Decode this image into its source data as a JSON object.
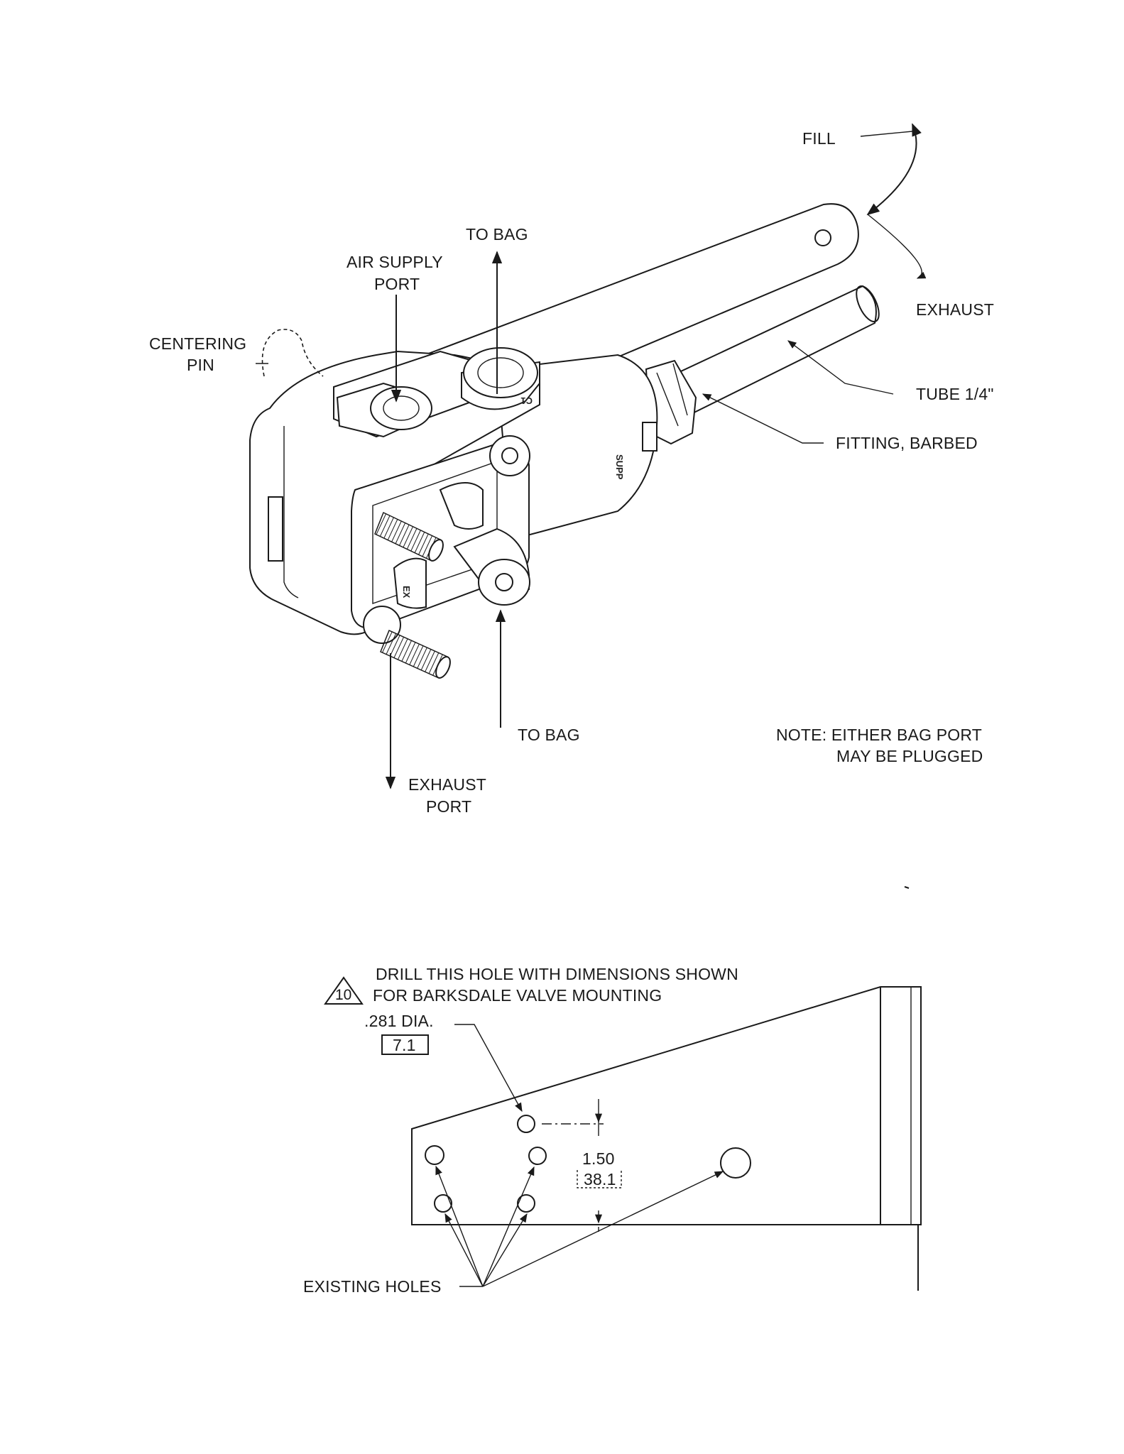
{
  "valve_figure": {
    "labels": {
      "fill": "FILL",
      "exhaust": "EXHAUST",
      "to_bag_top": "TO BAG",
      "air_supply_line1": "AIR SUPPLY",
      "air_supply_line2": "PORT",
      "centering_line1": "CENTERING",
      "centering_line2": "PIN",
      "tube": "TUBE 1/4\"",
      "fitting": "FITTING, BARBED",
      "to_bag_bottom": "TO BAG",
      "exhaust_port_line1": "EXHAUST",
      "exhaust_port_line2": "PORT",
      "note_line1": "NOTE: EITHER BAG PORT",
      "note_line2": "MAY BE PLUGGED"
    },
    "port_marks": {
      "c1": "C1",
      "ex": "EX",
      "supp": "SUPP"
    }
  },
  "bracket_figure": {
    "callout_number": "10",
    "instruction_line1": "DRILL THIS HOLE WITH DIMENSIONS SHOWN",
    "instruction_line2": "FOR BARKSDALE VALVE MOUNTING",
    "hole_diameter": ".281 DIA.",
    "hole_diameter_mm": "7.1",
    "height_in": "1.50",
    "height_mm": "38.1",
    "existing_holes": "EXISTING HOLES"
  }
}
